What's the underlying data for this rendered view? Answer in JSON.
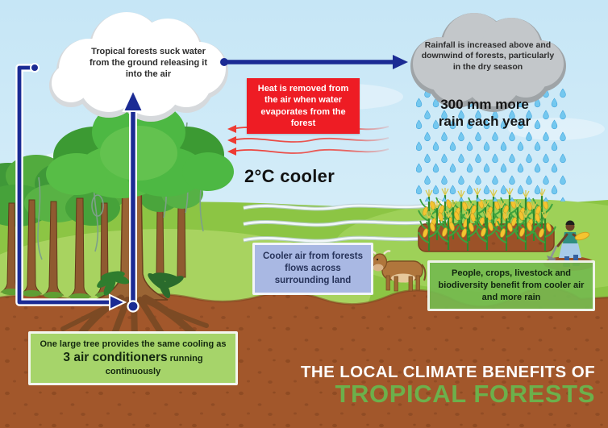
{
  "title": {
    "line1": "THE LOCAL CLIMATE BENEFITS OF",
    "line2": "TROPICAL FORESTS"
  },
  "callouts": {
    "left_cloud": "Tropical forests suck water from the ground releasing it into the air",
    "right_cloud": "Rainfall is increased above and downwind of forests, particularly in the dry season",
    "heat_box": "Heat is removed from the air when water evaporates from the forest",
    "rain_amount": "300 mm more rain each year",
    "cooler_label": "2°C cooler",
    "cool_air_box": "Cooler air from forests flows across surrounding land",
    "benefit_box": "People, crops, livestock and biodiversity benefit from cooler air and more rain",
    "tree_fact_pre": "One large tree provides the same cooling as",
    "tree_fact_bold": "3 air conditioners",
    "tree_fact_post": " running continuously"
  },
  "graphics": {
    "left_cloud": "white-transpiration-cloud",
    "right_cloud": "gray-rain-cloud",
    "flows": [
      "water-up-tree-arrow",
      "ground-water-cycle-arrow",
      "cloud-to-cloud-arrow",
      "heat-release-waves",
      "cool-air-waves"
    ]
  },
  "colors": {
    "arrow_navy": "#1b2b94",
    "heat_red": "#ee1c24",
    "grass_green": "#8cc544",
    "soil_brown": "#a2572b",
    "title_green": "#6cb04b",
    "rain_blue": "#6ec4ee",
    "cool_box_blue": "#a9b8e3",
    "fact_box_green": "#a6d46a"
  }
}
